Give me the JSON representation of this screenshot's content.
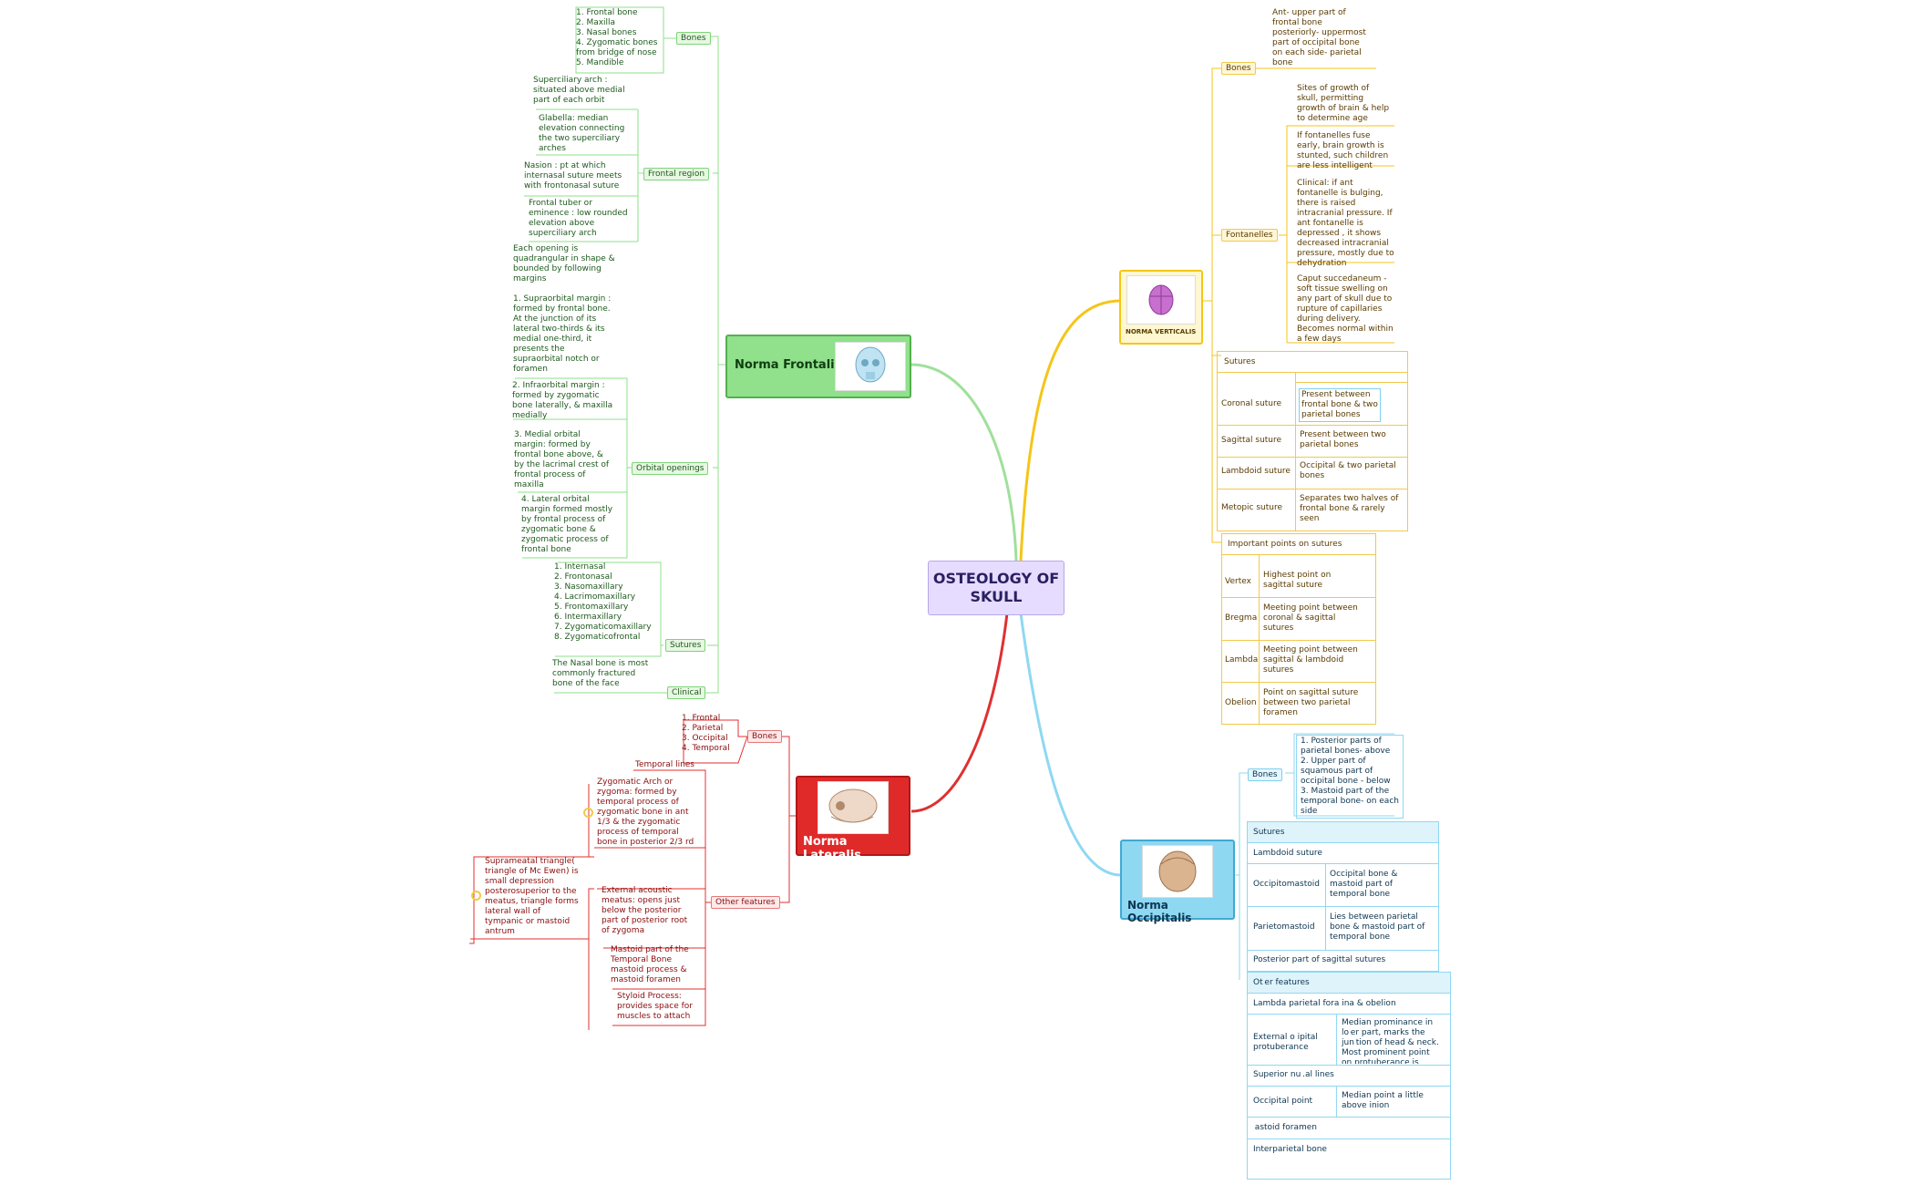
{
  "central": {
    "title": "OSTEOLOGY OF\nSKULL"
  },
  "frontalis": {
    "title": "Norma Frontalis",
    "bones_label": "Bones",
    "bones_text": "1. Frontal bone\n2. Maxilla\n3. Nasal bones\n4. Zygomatic bones\nfrom bridge of nose\n5. Mandible",
    "frontal_label": "Frontal region",
    "frontal_items": [
      "Superciliary arch :\nsituated above medial\npart of each orbit",
      "Glabella: median\nelevation connecting\nthe two superciliary\narches",
      "Nasion : pt at which\ninternasal suture meets\nwith frontonasal suture",
      "Frontal tuber or\neminence : low rounded\nelevation above\nsuperciliary arch"
    ],
    "orbital_label": "Orbital openings",
    "orbital_items": [
      "Each opening is\nquadrangular in shape &\nbounded by following\nmargins",
      "1. Supraorbital margin :\nformed by frontal bone.\nAt the junction of its\nlateral two-thirds & its\nmedial one-third, it\npresents the\nsupraorbital notch or\nforamen",
      "2. Infraorbital margin :\nformed by zygomatic\nbone laterally, & maxilla\nmedially",
      "3. Medial orbital\nmargin: formed by\nfrontal bone above, &\nby the lacrimal crest of\nfrontal process of\nmaxilla",
      "4. Lateral orbital\nmargin formed mostly\nby frontal process of\nzygomatic bone &\nzygomatic process of\nfrontal bone"
    ],
    "sutures_label": "Sutures",
    "sutures_text": "1. Internasal\n2. Frontonasal\n3. Nasomaxillary\n4. Lacrimomaxillary\n5. Frontomaxillary\n6. Intermaxillary\n7. Zygomaticomaxillary\n8. Zygomaticofrontal",
    "clinical_label": "Clinical",
    "clinical_text": "The Nasal bone is most\ncommonly fractured\nbone of the face"
  },
  "lateralis": {
    "title": "Norma Lateralis",
    "bones_label": "Bones",
    "bones_text": "1. Frontal\n2. Parietal\n3. Occipital\n4. Temporal",
    "other_label": "Other features",
    "temporal_lines": "Temporal lines",
    "zygomatic": "Zygomatic Arch or\nzygoma: formed by\ntemporal process of\nzygomatic bone in ant\n1/3 & the zygomatic\nprocess of temporal\nbone in posterior 2/3 rd",
    "external_meatus": "External acoustic\nmeatus: opens just\nbelow the posterior\npart of posterior root\nof zygoma",
    "suprameatal": "Suprameatal triangle(\ntriangle of Mc Ewen) is\nsmall depression\nposterosuperior to the\nmeatus, triangle forms\nlateral wall of\ntympanic or mastoid\nantrum",
    "mastoid": "Mastoid part of the\nTemporal Bone\nmastoid process &\nmastoid foramen",
    "styloid": "Styloid Process:\nprovides space for\nmuscles to attach"
  },
  "verticalis": {
    "title": "NORMA VERTICALIS",
    "bones_label": "Bones",
    "bones_text": "Ant- upper part of\nfrontal bone\nposteriorly- uppermost\npart of occipital bone\non each side- parietal\nbone",
    "fontanelles_label": "Fontanelles",
    "fontanelles_items": [
      "Sites of growth of\nskull, permitting\ngrowth of brain & help\nto determine age",
      "If fontanelles fuse\nearly, brain growth is\nstunted, such children\nare less intelligent",
      "Clinical: if ant\nfontanelle is bulging,\nthere is raised\nintracranial pressure. If\nant fontanelle is\ndepressed , it shows\ndecreased intracranial\npressure, mostly due to\ndehydration",
      "Caput succedaneum -\nsoft tissue swelling on\nany part of skull due to\nrupture of capillaries\nduring delivery.\nBecomes normal within\na few days"
    ],
    "sutures_header": "Sutures",
    "sutures_rows": [
      [
        "Coronal suture",
        "Present between\nfrontal bone & two\nparietal bones"
      ],
      [
        "Sagittal suture",
        "Present between two\nparietal bones"
      ],
      [
        "Lambdoid suture",
        "Occipital & two parietal\nbones"
      ],
      [
        "Metopic suture",
        "Separates two halves of\nfrontal bone & rarely\nseen"
      ]
    ],
    "points_header": "Important points on sutures",
    "points_rows": [
      [
        "Vertex",
        "Highest point on\nsagittal suture"
      ],
      [
        "Bregma",
        "Meeting point between\ncoronal & sagittal\nsutures"
      ],
      [
        "Lambda",
        "Meeting point between\nsagittal & lambdoid\nsutures"
      ],
      [
        "Obelion",
        "Point on sagittal suture\nbetween two parietal\nforamen"
      ]
    ]
  },
  "occipitalis": {
    "title": "Norma Occipitalis",
    "bones_label": "Bones",
    "bones_text": "1. Posterior parts of\nparietal bones- above\n2. Upper part of\nsquamous part of\noccipital bone - below\n3. Mastoid part of the\ntemporal bone- on each\nside",
    "sutures_header": "Sutures",
    "lambdoid": "Lambdoid  suture",
    "sutures_rows": [
      [
        "Occipitomastoid",
        "Occipital bone &\nmastoid part of\ntemporal bone"
      ],
      [
        "Parietomastoid",
        "Lies between parietal\nbone & mastoid part of\ntemporal bone"
      ]
    ],
    "posterior_sagittal": "Posterior part of sagittal sutures",
    "other_header": "Ot er features",
    "lambda_row": "Lambda  parietal fora  ina & obelion",
    "ext_label": "External o    ipital\nprotuberance",
    "ext_value": "Median prominance in\nlo er part, marks the\njun tion of head & neck.\nMost prominent point\non protuberance is\ninion",
    "nuchal": "Superior nu .al lines",
    "occ_point_label": "Occipital point",
    "occ_point_value": "Median point  a little\nabove inion",
    "mastoid_foramen": " astoid foramen",
    "interparietal": "Interparietal bone"
  },
  "colors": {
    "frontalis": "#8ee08a",
    "lateralis": "#e03030",
    "verticalis": "#f5c518",
    "occipitalis": "#7fd3f0",
    "central": "#e6dcff"
  }
}
